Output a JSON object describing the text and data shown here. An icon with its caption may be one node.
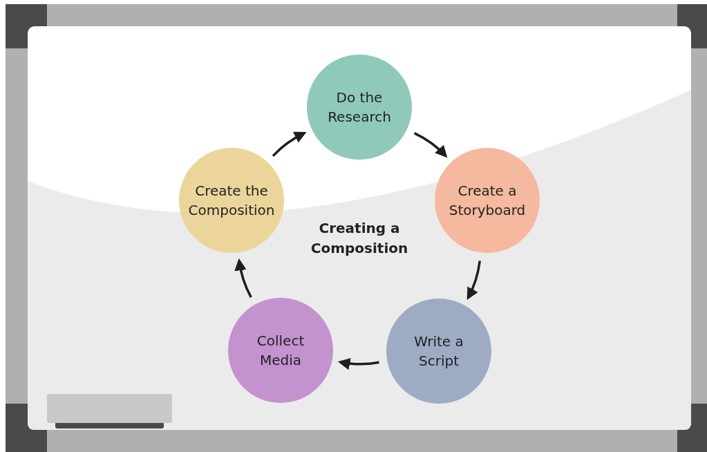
{
  "diagram": {
    "nodes": [
      {
        "text": [
          "Do the Research"
        ]
      },
      {
        "text": [
          "Create a Storyboard"
        ]
      },
      {
        "text": [
          "Write a Script"
        ]
      },
      {
        "text": [
          "Collect Media"
        ]
      },
      {
        "text": [
          "Create the Composition"
        ]
      }
    ],
    "edges": [
      {
        "from": 0,
        "to": 1,
        "arrow": "to"
      },
      {
        "from": 1,
        "to": 2,
        "arrow": "to"
      },
      {
        "from": 2,
        "to": 3,
        "arrow": "to"
      },
      {
        "from": 3,
        "to": 4,
        "arrow": "to"
      },
      {
        "from": 4,
        "to": 0,
        "arrow": "to"
      }
    ],
    "labels": [
      "Creating a Composition"
    ]
  }
}
